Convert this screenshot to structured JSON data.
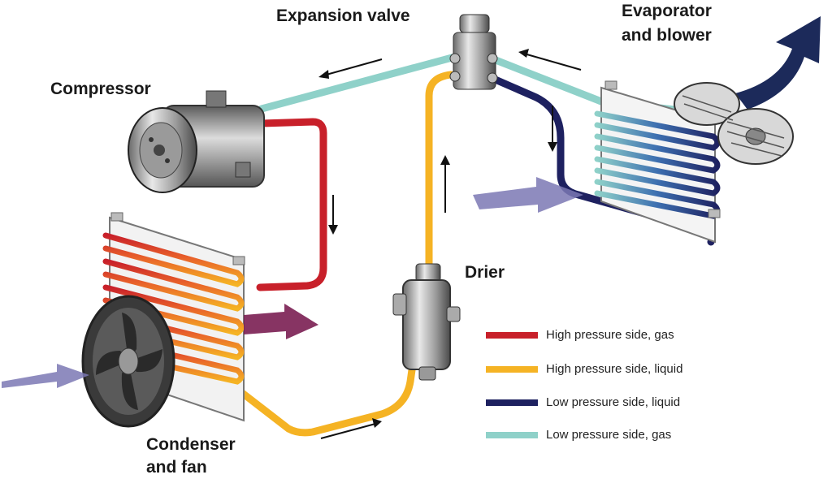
{
  "labels": {
    "expansion_valve": "Expansion valve",
    "evaporator_line1": "Evaporator",
    "evaporator_line2": "and blower",
    "compressor": "Compressor",
    "drier": "Drier",
    "condenser_line1": "Condenser",
    "condenser_line2": "and fan"
  },
  "legend": [
    {
      "label": "High pressure side, gas",
      "color": "#c8202a"
    },
    {
      "label": "High pressure side, liquid",
      "color": "#f5b324"
    },
    {
      "label": "Low pressure side, liquid",
      "color": "#1e2160"
    },
    {
      "label": "Low pressure side, gas",
      "color": "#8fd1c9"
    }
  ],
  "colors": {
    "high_gas": "#c8202a",
    "high_liquid": "#f5b324",
    "low_liquid": "#1e2160",
    "low_gas": "#8fd1c9",
    "airflow": "#7b78b4",
    "exhaust_air": "#7a1e52",
    "blower_air": "#1c2a5a"
  }
}
